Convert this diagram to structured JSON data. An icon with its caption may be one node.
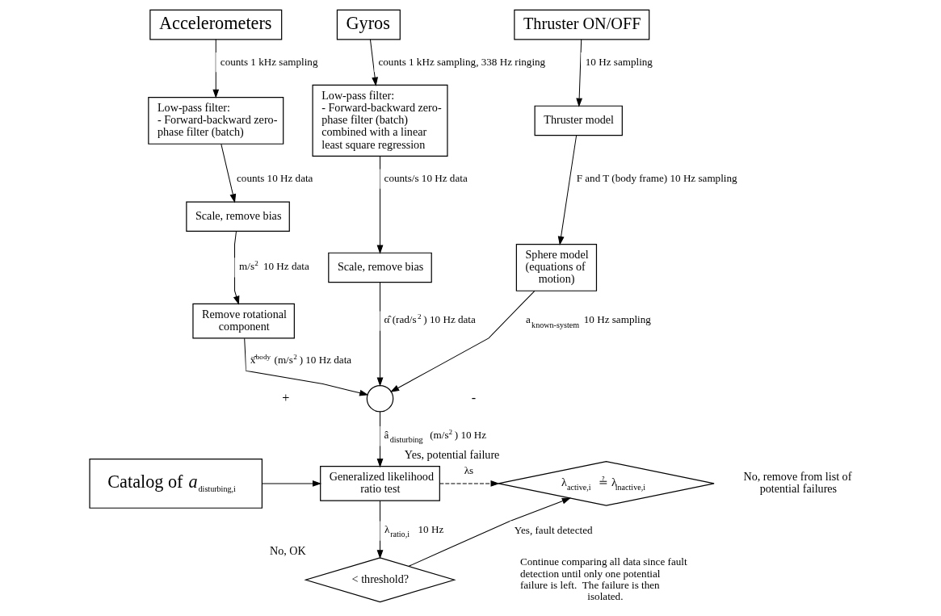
{
  "diagram": {
    "nodes": [
      {
        "text": [
          "Accelerometers"
        ]
      },
      {
        "text": [
          "Gyros"
        ]
      },
      {
        "text": [
          "Thruster ON/OFF"
        ]
      },
      {
        "text": [
          "Low-pass filter:",
          "- Forward-backward zero-phase filter (batch)"
        ]
      },
      {
        "text": [
          "Low-pass filter:",
          "- Forward-backward zero-phase filter (batch) combined with a linear least square regression"
        ]
      },
      {
        "text": [
          "Thruster model"
        ]
      },
      {
        "text": [
          "Scale, remove bias"
        ]
      },
      {
        "text": [
          "Scale, remove bias"
        ]
      },
      {
        "text": [
          "Sphere model (equations of motion)"
        ]
      },
      {
        "text": [
          "Remove rotational component"
        ]
      },
      {
        "text": [],
        "shape": "circle"
      },
      {
        "text": [
          "Catalog of *a*$_{disturbing,i}$"
        ]
      },
      {
        "text": [
          "Generalized likelihood ratio test"
        ]
      },
      {
        "text": [
          "< threshold?"
        ],
        "beside": [
          "No, OK"
        ]
      },
      {
        "text": [
          "λ$_{active,i}$ ≟ λ$_{inactive,i}$"
        ],
        "beside": [
          "No, remove from list of potential failures",
          "Yes, potential failure"
        ]
      }
    ],
    "edges": [
      {
        "from": 0,
        "to": 3,
        "arrow": "to",
        "label": "counts 1 kHz sampling"
      },
      {
        "from": 1,
        "to": 4,
        "arrow": "to",
        "label": "counts 1 kHz sampling, 338 Hz ringing"
      },
      {
        "from": 2,
        "to": 5,
        "arrow": "to",
        "label": "10 Hz sampling"
      },
      {
        "from": 3,
        "to": 6,
        "arrow": "to",
        "label": "counts 10 Hz data"
      },
      {
        "from": 4,
        "to": 7,
        "arrow": "to",
        "label": "counts/s 10 Hz data"
      },
      {
        "from": 5,
        "to": 8,
        "arrow": "to",
        "label": "F and T (body frame) 10 Hz sampling"
      },
      {
        "from": 6,
        "to": 9,
        "arrow": "to",
        "label": "m/s$^{2}$ 10 Hz data"
      },
      {
        "from": 9,
        "to": 10,
        "arrow": "to",
        "label": "ẍ̂$^{body}$ (m/s$^{2}$) 10 Hz data"
      },
      {
        "from": 7,
        "to": 10,
        "arrow": "to",
        "label": "α̂ (rad/s$^{2}$) 10 Hz data"
      },
      {
        "from": 8,
        "to": 10,
        "arrow": "to",
        "label": "a$_{known-system}$ 10 Hz sampling"
      },
      {
        "from": 10,
        "to": 12,
        "arrow": "to",
        "label": "â$_{disturbing}$ (m/s$^{2}$) 10 Hz"
      },
      {
        "from": 11,
        "to": 12,
        "arrow": "to"
      },
      {
        "from": 12,
        "to": 14,
        "arrow": "to",
        "label": "λs",
        "style": "dashed"
      },
      {
        "from": 12,
        "to": 13,
        "arrow": "to",
        "label": "λ$_{ratio,i}$ 10 Hz"
      },
      {
        "from": 13,
        "to": 14,
        "arrow": "to",
        "label": "Yes, fault detected"
      }
    ],
    "labels": [
      "+",
      "-",
      "Continue comparing all data since fault detection until only one potential failure is left.  The failure is then isolated."
    ]
  }
}
